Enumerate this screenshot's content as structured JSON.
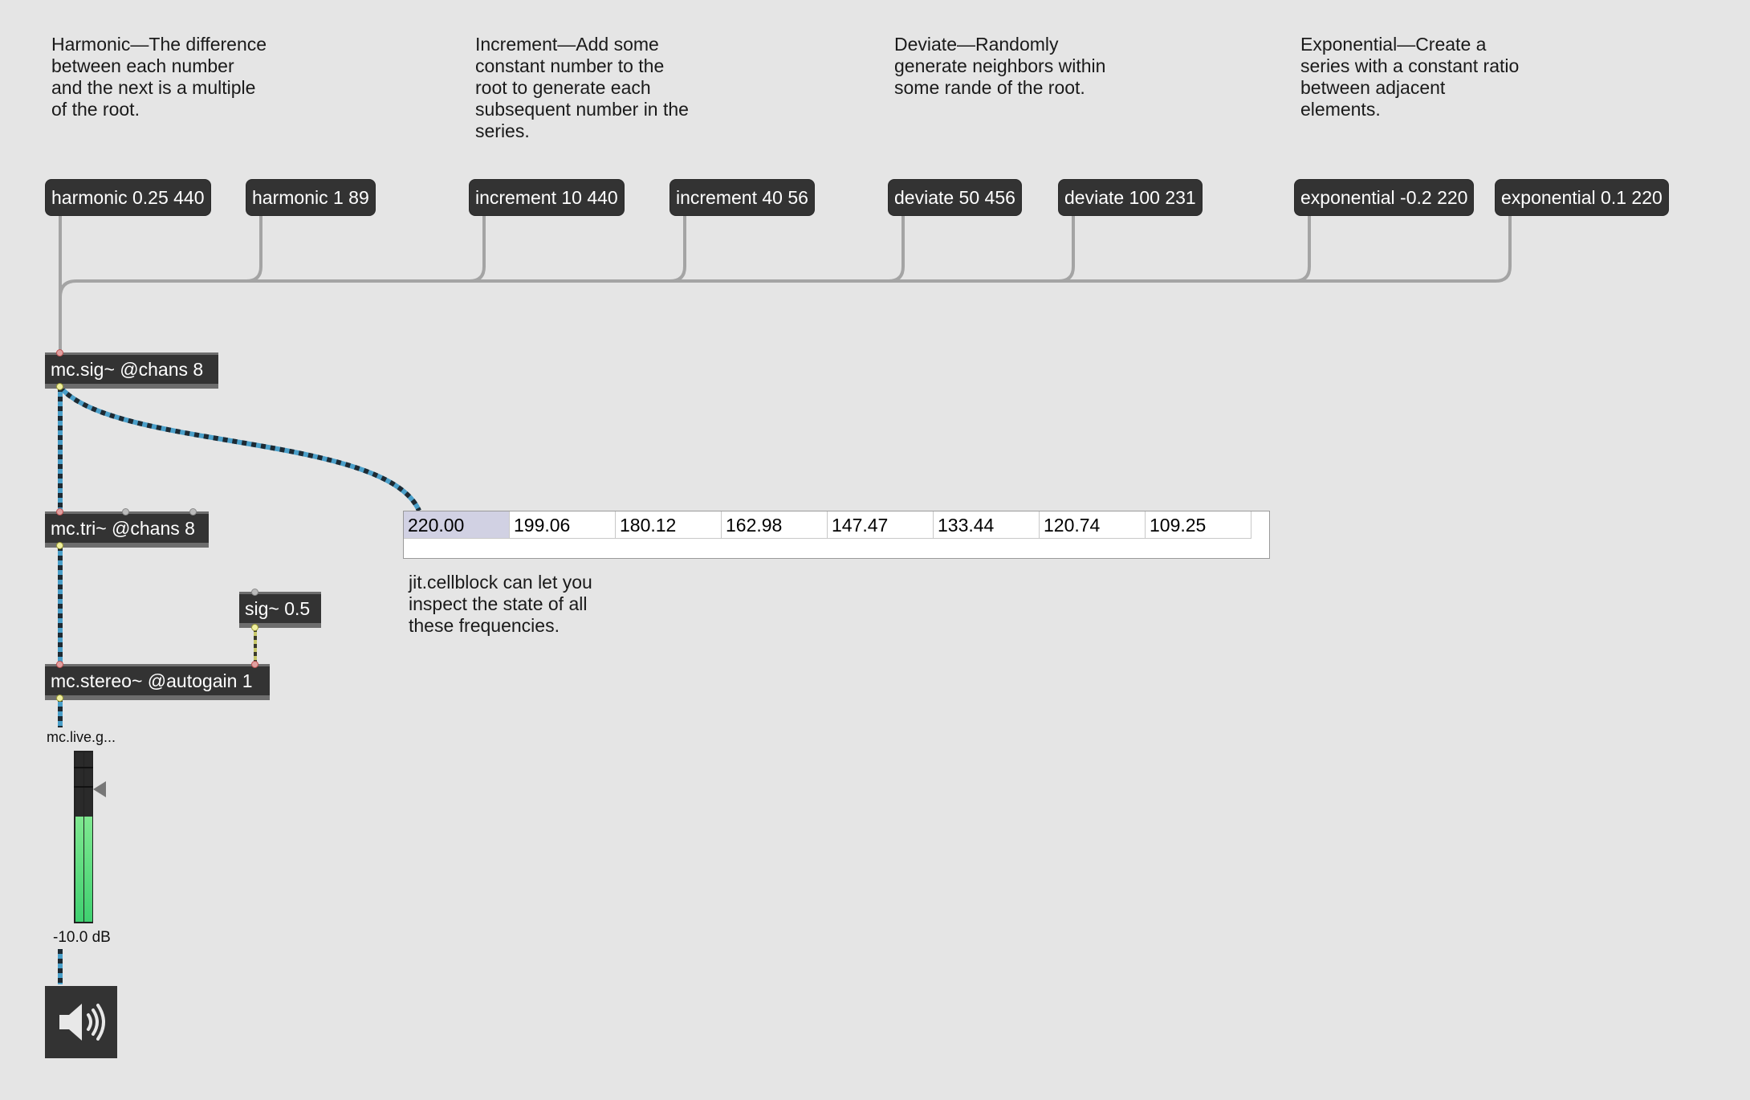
{
  "comments": {
    "harmonic": "Harmonic—The difference\nbetween each number\nand the next is a multiple\nof the root.",
    "increment": "Increment—Add some\nconstant number to the\nroot to generate each\nsubsequent number in the\nseries.",
    "deviate": "Deviate—Randomly\ngenerate neighbors within\nsome rande of the root.",
    "exponential": "Exponential—Create a\nseries with a constant ratio\nbetween adjacent\nelements.",
    "cellblock": "jit.cellblock can let you\ninspect the state of all\nthese frequencies."
  },
  "messages": [
    "harmonic 0.25 440",
    "harmonic 1 89",
    "increment 10 440",
    "increment 40 56",
    "deviate 50 456",
    "deviate 100 231",
    "exponential -0.2 220",
    "exponential 0.1 220"
  ],
  "objects": {
    "mcsig": "mc.sig~ @chans 8",
    "mctri": "mc.tri~ @chans 8",
    "sig": "sig~ 0.5",
    "mcstereo": "mc.stereo~ @autogain 1"
  },
  "cellblock": {
    "values": [
      "220.00",
      "199.06",
      "180.12",
      "162.98",
      "147.47",
      "133.44",
      "120.74",
      "109.25"
    ],
    "selected_index": 0
  },
  "gain": {
    "label": "mc.live.g...",
    "readout": "-10.0 dB",
    "level": 0.62
  },
  "colors": {
    "background": "#e5e5e5",
    "box": "#333333",
    "signal_wire": "#4a9fc9",
    "control_wire": "#9a9a9a",
    "meter_green": "#3fd070"
  },
  "icons": {
    "dac": "speaker-icon"
  }
}
